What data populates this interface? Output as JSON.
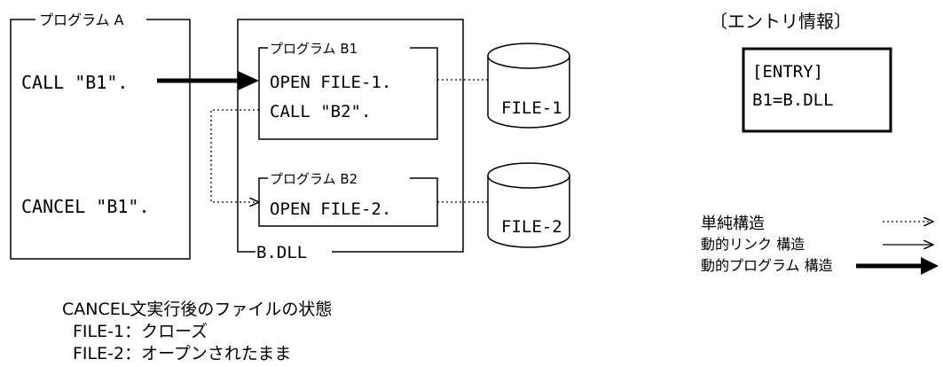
{
  "program_a": {
    "title": "プログラム A",
    "call_stmt": "CALL \"B1\".",
    "cancel_stmt": "CANCEL \"B1\"."
  },
  "dll": {
    "label": "B.DLL",
    "program_b1": {
      "title": "プログラム B1",
      "line1": "OPEN FILE-1.",
      "line2": "CALL \"B2\"."
    },
    "program_b2": {
      "title": "プログラム B2",
      "line1": "OPEN FILE-2."
    }
  },
  "files": [
    "FILE-1",
    "FILE-2"
  ],
  "entry_info": {
    "caption": "〔エントリ情報〕",
    "line1": "[ENTRY]",
    "line2": "B1=B.DLL"
  },
  "legend": {
    "simple": "単純構造",
    "dynamic_link": "動的リンク 構造",
    "dynamic_program": "動的プログラム 構造"
  },
  "status": {
    "heading": "CANCEL文実行後のファイルの状態",
    "file1": "FILE-1：クローズ",
    "file2": "FILE-2：オープンされたまま"
  }
}
